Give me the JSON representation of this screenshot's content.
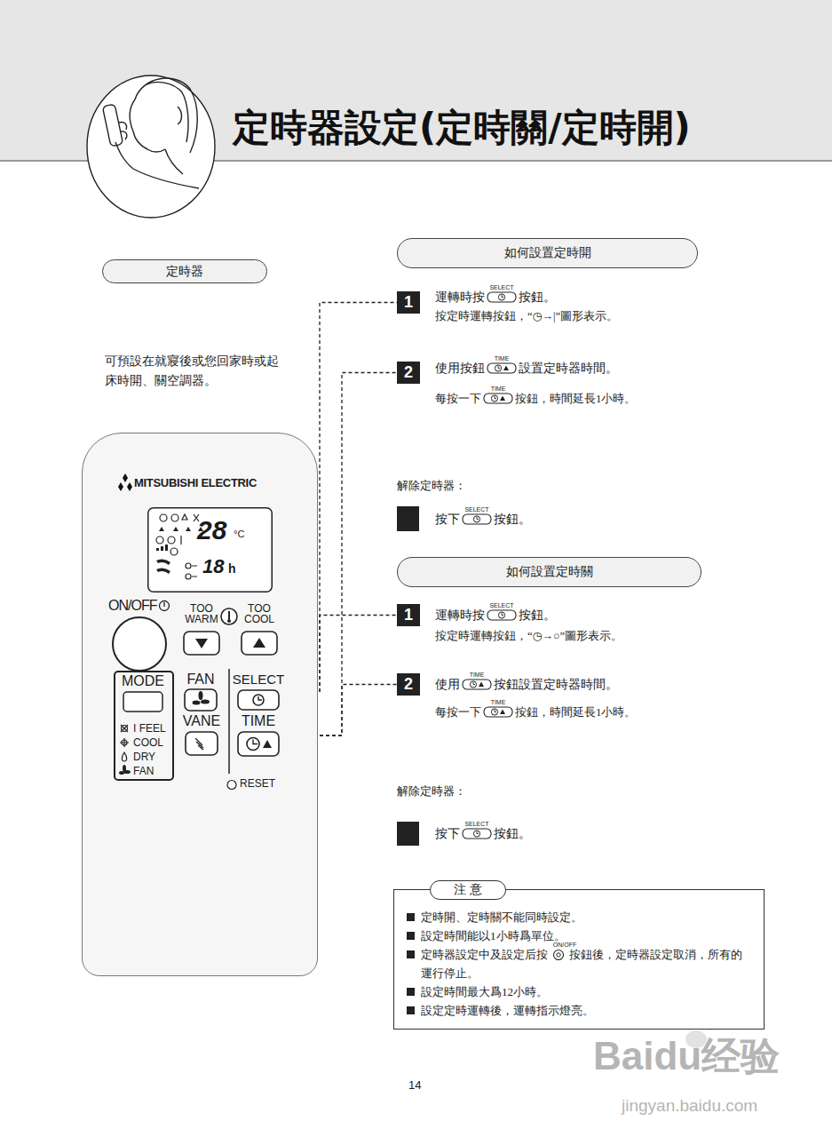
{
  "diagram": {
    "title": "定時器設定(定時關/定時開)",
    "nodes": [
      {
        "text": [
          "定時器"
        ]
      },
      {
        "text": [
          "MITSUBISHI ELECTRIC"
        ]
      },
      {
        "text": [
          "28",
          "°C",
          "18",
          "h"
        ],
        "in": 1
      },
      {
        "text": [
          "ON/OFF"
        ],
        "in": 1
      },
      {
        "text": [
          "TOO WARM"
        ],
        "in": 1
      },
      {
        "text": [
          "TOO COOL"
        ],
        "in": 1
      },
      {
        "text": [
          "MODE",
          "I FEEL",
          "COOL",
          "DRY",
          "FAN"
        ],
        "in": 1
      },
      {
        "text": [
          "FAN"
        ],
        "in": 1
      },
      {
        "text": [
          "VANE"
        ],
        "in": 1
      },
      {
        "text": [
          "SELECT"
        ],
        "in": 1
      },
      {
        "text": [
          "TIME"
        ],
        "in": 1
      },
      {
        "text": [
          "RESET"
        ],
        "in": 1
      },
      {
        "text": [
          "如何設置定時開"
        ]
      },
      {
        "text": [
          "1"
        ]
      },
      {
        "text": [
          "2"
        ]
      },
      {
        "text": [
          "如何設置定時關"
        ]
      },
      {
        "text": [
          "1"
        ]
      },
      {
        "text": [
          "2"
        ]
      },
      {
        "text": [
          "注 意",
          "定時開、定時關不能同時設定。",
          "設定時間能以1小時爲單位。",
          "定時器設定中及設定后按",
          "ON/OFF",
          "按鈕後，定時器設定取消，所有的運行停止。",
          "設定時間最大爲12小時。",
          "設定定時運轉後，運轉指示燈亮。"
        ]
      }
    ],
    "edges": [
      {
        "from": 9,
        "to": 13,
        "arrow": "none"
      },
      {
        "from": 10,
        "to": 14,
        "arrow": "none"
      },
      {
        "from": 9,
        "to": 16,
        "arrow": "none"
      },
      {
        "from": 10,
        "to": 17,
        "arrow": "none"
      }
    ],
    "labels": [
      "可預設在就寢後或您回家時或起床時開、關空調器。",
      "運轉時按",
      "SELECT",
      "按鈕。",
      "按定時運轉按鈕，“◷→|”圖形表示。",
      "使用按鈕",
      "TIME",
      "設置定時器時間。",
      "每按一下",
      "TIME",
      "按鈕，時間延長1小時。",
      "解除定時器：",
      "按下",
      "SELECT",
      "按鈕。",
      "運轉時按",
      "SELECT",
      "按鈕。",
      "按定時運轉按鈕，“◷→○”圖形表示。",
      "使用",
      "TIME",
      "按鈕設置定時器時間。",
      "每按一下",
      "TIME",
      "按鈕，時間延長1小時。",
      "解除定時器：",
      "按下",
      "SELECT",
      "按鈕。",
      "14",
      "Baidu经验",
      "jingyan.baidu.com"
    ]
  }
}
